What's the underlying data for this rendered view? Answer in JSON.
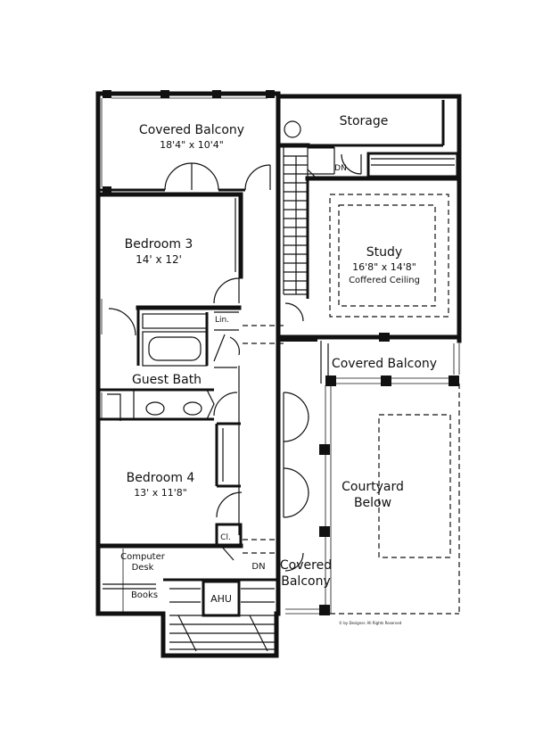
{
  "plan": {
    "rooms": {
      "covered_balcony_top": {
        "name": "Covered Balcony",
        "dims": "18'4\" x 10'4\""
      },
      "storage": {
        "name": "Storage"
      },
      "bedroom3": {
        "name": "Bedroom 3",
        "dims": "14' x 12'"
      },
      "study": {
        "name": "Study",
        "dims": "16'8\" x 14'8\"",
        "note": "Coffered Ceiling"
      },
      "linen": {
        "name": "Lin."
      },
      "covered_balcony_mid": {
        "name": "Covered Balcony"
      },
      "guest_bath": {
        "name": "Guest Bath"
      },
      "bedroom4": {
        "name": "Bedroom 4",
        "dims": "13' x 11'8\""
      },
      "courtyard": {
        "line1": "Courtyard",
        "line2": "Below"
      },
      "closet": {
        "name": "Cl."
      },
      "computer_desk": {
        "line1": "Computer",
        "line2": "Desk"
      },
      "books": {
        "name": "Books"
      },
      "ahu": {
        "name": "AHU"
      },
      "covered_balcony_low": {
        "line1": "Covered",
        "line2": "Balcony"
      }
    },
    "stair_labels": {
      "upper": "DN",
      "lower": "DN"
    },
    "copyright": "© by Designer. All Rights Reserved"
  }
}
